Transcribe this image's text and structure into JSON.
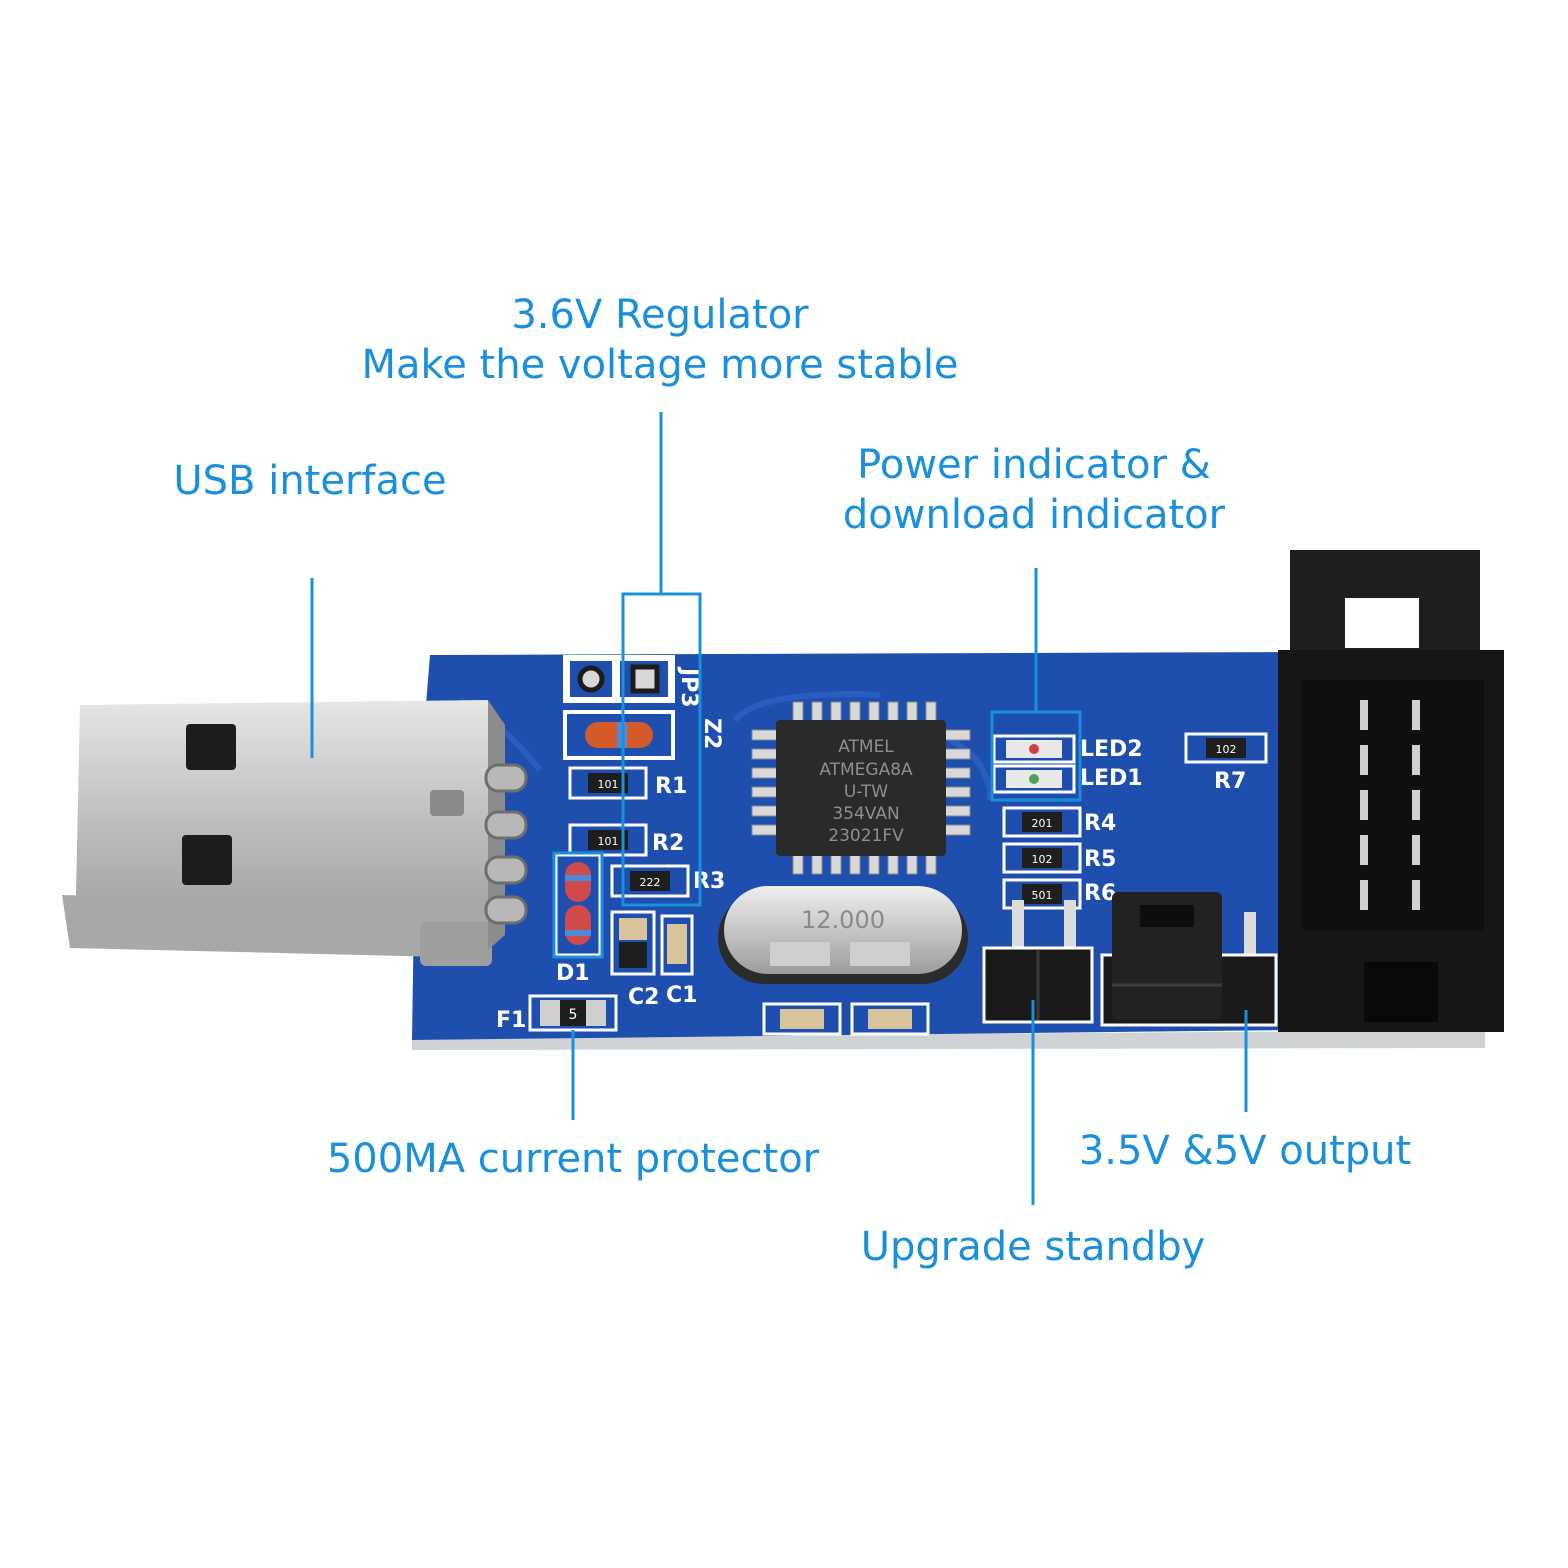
{
  "colors": {
    "callout": "#1a8fdc",
    "pcb": "#1f4fae",
    "pcb_dark": "#163a86",
    "silkscreen": "#ffffff",
    "usb_metal": "#c9c9c9",
    "header_black": "#161616"
  },
  "callouts": {
    "usb": {
      "line1": "USB interface"
    },
    "regulator": {
      "line1": "3.6V Regulator",
      "line2": "Make the voltage more stable"
    },
    "indicator": {
      "line1": "Power indicator &",
      "line2": "download indicator"
    },
    "fuse": {
      "line1": "500MA current protector"
    },
    "output": {
      "line1": "3.5V &5V output"
    },
    "standby": {
      "line1": "Upgrade standby"
    }
  },
  "board": {
    "chip_lines": [
      "ATMEL",
      "ATMEGA8A",
      "U-TW",
      "354VAN",
      "23021FV"
    ],
    "silkscreen": {
      "jp3": "JP3",
      "z2": "Z2",
      "r1": "R1",
      "r2": "R2",
      "r3": "R3",
      "r4": "R4",
      "r5": "R5",
      "r6": "R6",
      "r7": "R7",
      "d1": "D1",
      "c1": "C1",
      "c2": "C2",
      "f1": "F1",
      "led1": "LED1",
      "led2": "LED2"
    },
    "resistor_codes": {
      "r1": "101",
      "r2": "101",
      "r3": "222",
      "r4": "201",
      "r5": "102",
      "r6": "501",
      "r7": "102",
      "f1": "5"
    },
    "crystal_text": "12.000"
  }
}
